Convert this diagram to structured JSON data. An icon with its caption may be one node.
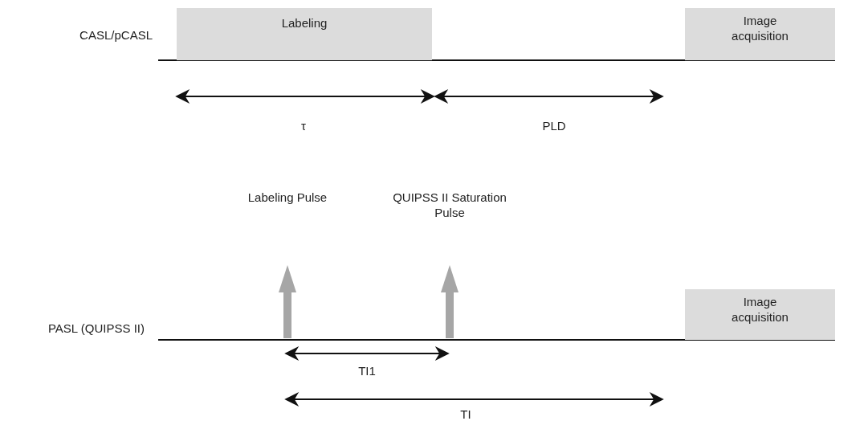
{
  "diagram": {
    "nodes": [
      {
        "text": [
          "Labeling"
        ]
      },
      {
        "text": [
          "Image acquisition"
        ]
      },
      {
        "text": [
          "Image acquisition"
        ]
      }
    ],
    "labels": [
      "CASL/pCASL",
      "τ",
      "PLD",
      "Labeling Pulse",
      "QUIPSS II Saturation Pulse",
      "PASL (QUIPSS II)",
      "TI1",
      "TI"
    ]
  }
}
